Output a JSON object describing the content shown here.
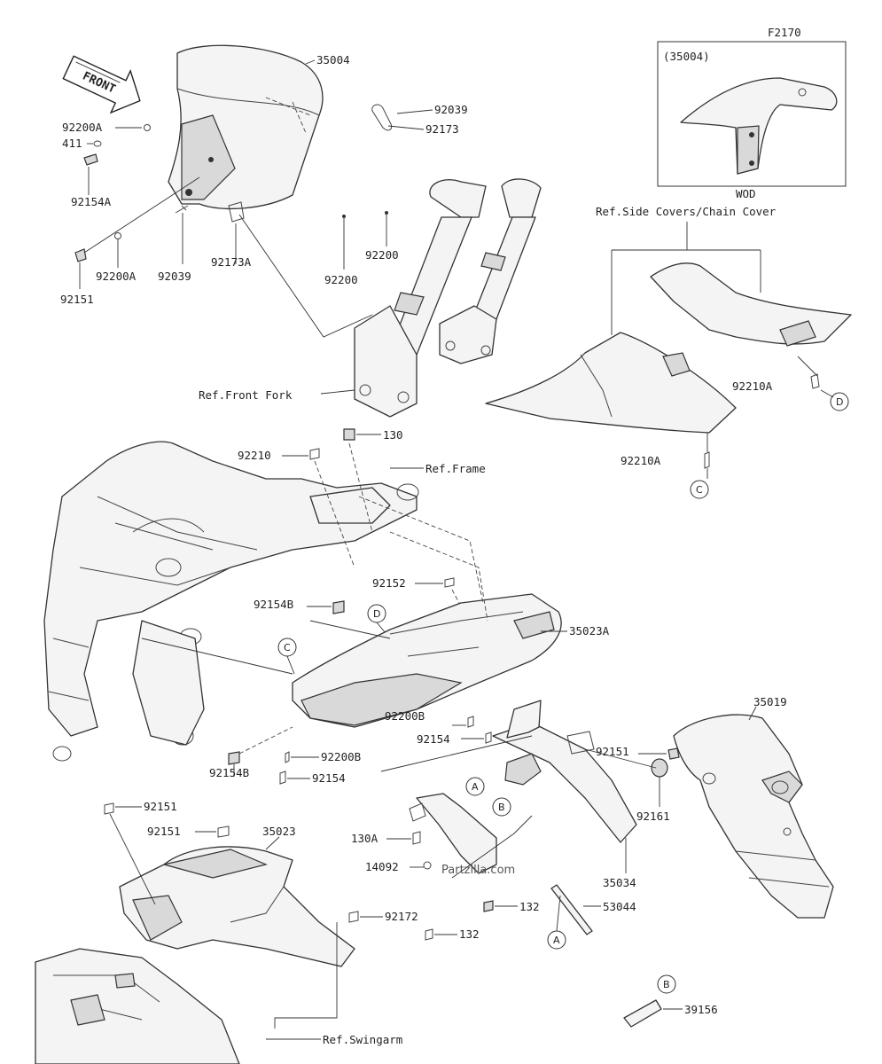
{
  "diagram": {
    "code": "F2170",
    "inset_part": "(35004)",
    "inset_caption": "WOD",
    "front_arrow": "FRONT",
    "watermark": "Partzilla.com",
    "refs": {
      "side_covers": "Ref.Side Covers/Chain Cover",
      "front_fork": "Ref.Front Fork",
      "frame": "Ref.Frame",
      "swingarm": "Ref.Swingarm"
    },
    "callouts": {
      "a": "A",
      "b": "B",
      "c": "C",
      "d": "D"
    },
    "parts": {
      "p35004": "35004",
      "p92039_top": "92039",
      "p92173": "92173",
      "p92200A_top": "92200A",
      "p411": "411",
      "p92154A": "92154A",
      "p92200A_bot": "92200A",
      "p92151_left": "92151",
      "p92039_bot": "92039",
      "p92173A": "92173A",
      "p92200_mid": "92200",
      "p92200_right": "92200",
      "p92210A_upper": "92210A",
      "p92210A_lower": "92210A",
      "p130": "130",
      "p92210": "92210",
      "p92152": "92152",
      "p92154B_top": "92154B",
      "p35023A": "35023A",
      "p92200B_mid": "92200B",
      "p92154_mid": "92154",
      "p92154B_bot": "92154B",
      "p92200B_bot": "92200B",
      "p92154_bot": "92154",
      "p92151_right": "92151",
      "p35019": "35019",
      "p92151_a": "92151",
      "p92151_b": "92151",
      "p35023": "35023",
      "p130A": "130A",
      "p14092": "14092",
      "p132_a": "132",
      "p132_b": "132",
      "p92172": "92172",
      "p92161": "92161",
      "p35034": "35034",
      "p53044": "53044",
      "p39156": "39156"
    }
  }
}
